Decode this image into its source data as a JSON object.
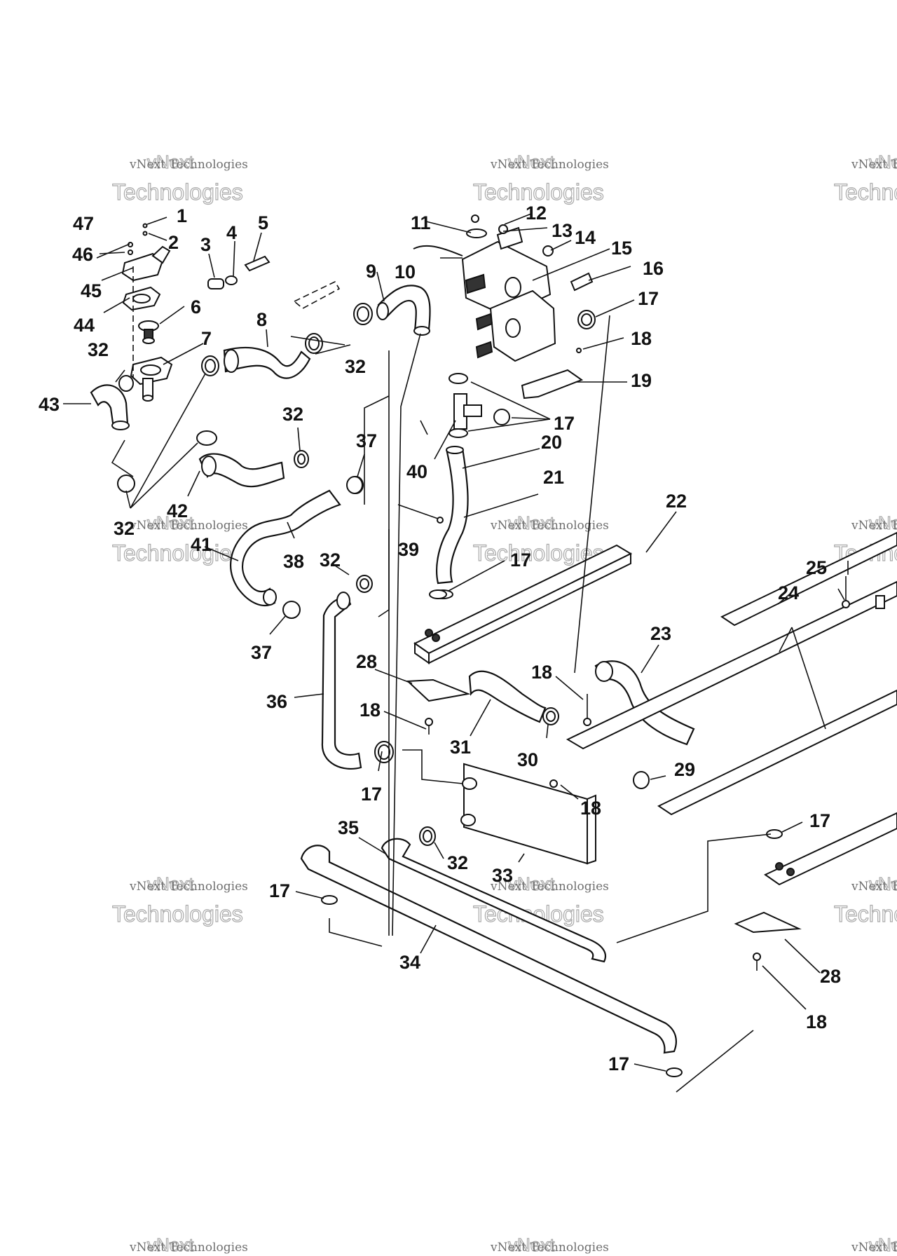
{
  "watermark": {
    "line1": "vNext Technologies",
    "line2": "Technologies",
    "overlay": "vNext"
  },
  "callouts": [
    {
      "id": "c1",
      "text": "1"
    },
    {
      "id": "c2",
      "text": "2"
    },
    {
      "id": "c3",
      "text": "3"
    },
    {
      "id": "c4",
      "text": "4"
    },
    {
      "id": "c5",
      "text": "5"
    },
    {
      "id": "c6",
      "text": "6"
    },
    {
      "id": "c7",
      "text": "7"
    },
    {
      "id": "c8",
      "text": "8"
    },
    {
      "id": "c9",
      "text": "9"
    },
    {
      "id": "c10",
      "text": "10"
    },
    {
      "id": "c11",
      "text": "11"
    },
    {
      "id": "c12",
      "text": "12"
    },
    {
      "id": "c13",
      "text": "13"
    },
    {
      "id": "c14",
      "text": "14"
    },
    {
      "id": "c15",
      "text": "15"
    },
    {
      "id": "c16",
      "text": "16"
    },
    {
      "id": "c17a",
      "text": "17"
    },
    {
      "id": "c17b",
      "text": "17"
    },
    {
      "id": "c17c",
      "text": "17"
    },
    {
      "id": "c17d",
      "text": "17"
    },
    {
      "id": "c17e",
      "text": "17"
    },
    {
      "id": "c17f",
      "text": "17"
    },
    {
      "id": "c17g",
      "text": "17"
    },
    {
      "id": "c18a",
      "text": "18"
    },
    {
      "id": "c18b",
      "text": "18"
    },
    {
      "id": "c18c",
      "text": "18"
    },
    {
      "id": "c18d",
      "text": "18"
    },
    {
      "id": "c18e",
      "text": "18"
    },
    {
      "id": "c19",
      "text": "19"
    },
    {
      "id": "c20",
      "text": "20"
    },
    {
      "id": "c21",
      "text": "21"
    },
    {
      "id": "c22",
      "text": "22"
    },
    {
      "id": "c23",
      "text": "23"
    },
    {
      "id": "c24",
      "text": "24"
    },
    {
      "id": "c25",
      "text": "25"
    },
    {
      "id": "c28a",
      "text": "28"
    },
    {
      "id": "c28b",
      "text": "28"
    },
    {
      "id": "c29",
      "text": "29"
    },
    {
      "id": "c30",
      "text": "30"
    },
    {
      "id": "c31",
      "text": "31"
    },
    {
      "id": "c32a",
      "text": "32"
    },
    {
      "id": "c32b",
      "text": "32"
    },
    {
      "id": "c32c",
      "text": "32"
    },
    {
      "id": "c32d",
      "text": "32"
    },
    {
      "id": "c32e",
      "text": "32"
    },
    {
      "id": "c32f",
      "text": "32"
    },
    {
      "id": "c33",
      "text": "33"
    },
    {
      "id": "c34",
      "text": "34"
    },
    {
      "id": "c35",
      "text": "35"
    },
    {
      "id": "c36",
      "text": "36"
    },
    {
      "id": "c37a",
      "text": "37"
    },
    {
      "id": "c37b",
      "text": "37"
    },
    {
      "id": "c38",
      "text": "38"
    },
    {
      "id": "c39",
      "text": "39"
    },
    {
      "id": "c40",
      "text": "40"
    },
    {
      "id": "c41",
      "text": "41"
    },
    {
      "id": "c42",
      "text": "42"
    },
    {
      "id": "c43",
      "text": "43"
    },
    {
      "id": "c44",
      "text": "44"
    },
    {
      "id": "c45",
      "text": "45"
    },
    {
      "id": "c46",
      "text": "46"
    },
    {
      "id": "c47",
      "text": "47"
    }
  ]
}
